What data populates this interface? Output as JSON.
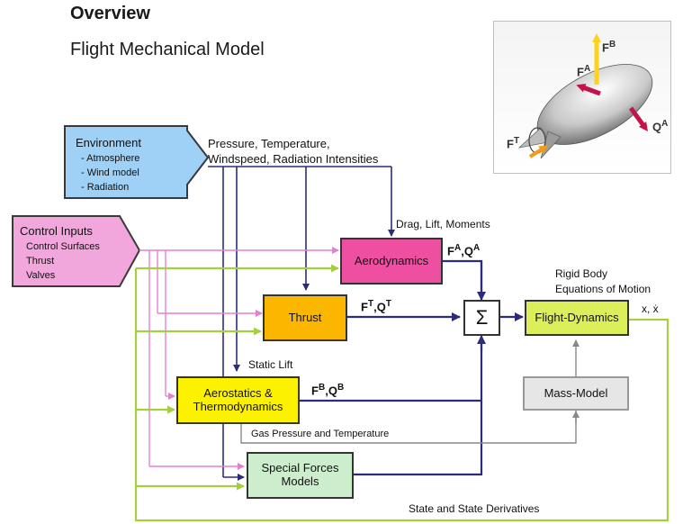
{
  "header": {
    "title": "Overview",
    "subtitle": "Flight Mechanical Model"
  },
  "environment": {
    "title": "Environment",
    "items": [
      "- Atmosphere",
      "- Wind model",
      "- Radiation"
    ]
  },
  "control_inputs": {
    "title": "Control Inputs",
    "items": [
      "Control Surfaces",
      "Thrust",
      "Valves"
    ]
  },
  "labels": {
    "pressure_line1": "Pressure, Temperature,",
    "pressure_line2": "Windspeed, Radiation Intensities",
    "drag_lift": "Drag, Lift, Moments",
    "static_lift": "Static Lift",
    "gas_pressure": "Gas Pressure and Temperature",
    "state_derivatives": "State and State Derivatives",
    "rigid_body_line1": "Rigid Body",
    "rigid_body_line2": "Equations of Motion",
    "state_vector": "x, ẋ",
    "sigma": "Σ"
  },
  "blocks": {
    "aerodynamics": "Aerodynamics",
    "thrust": "Thrust",
    "aerostatics_line1": "Aerostatics &",
    "aerostatics_line2": "Thermodynamics",
    "special_forces_line1": "Special Forces",
    "special_forces_line2": "Models",
    "flight_dynamics": "Flight-Dynamics",
    "mass_model": "Mass-Model"
  },
  "forces": {
    "aero": {
      "base1": "F",
      "sup1": "A",
      "sep": ",",
      "base2": "Q",
      "sup2": "A"
    },
    "thrust": {
      "base1": "F",
      "sup1": "T",
      "sep": ",",
      "base2": "Q",
      "sup2": "T"
    },
    "buoyancy": {
      "base1": "F",
      "sup1": "B",
      "sep": ",",
      "base2": "Q",
      "sup2": "B"
    }
  },
  "inset": {
    "fb": {
      "base": "F",
      "sup": "B"
    },
    "fa": {
      "base": "F",
      "sup": "A"
    },
    "ft": {
      "base": "F",
      "sup": "T"
    },
    "qa": {
      "base": "Q",
      "sup": "A"
    }
  },
  "colors": {
    "environment_fill": "#9fd0f5",
    "control_fill": "#f1a6dc",
    "aerodynamics_fill": "#ee4fa0",
    "thrust_fill": "#fbb700",
    "aerostatics_fill": "#fcf200",
    "special_forces_fill": "#cdeecd",
    "flight_dynamics_fill": "#dcee5a",
    "mass_model_fill": "#e6e6e6",
    "line_navy": "#2b2d7a",
    "line_pink": "#e77fd0",
    "line_green": "#a6cf3f",
    "line_gray": "#888888"
  }
}
